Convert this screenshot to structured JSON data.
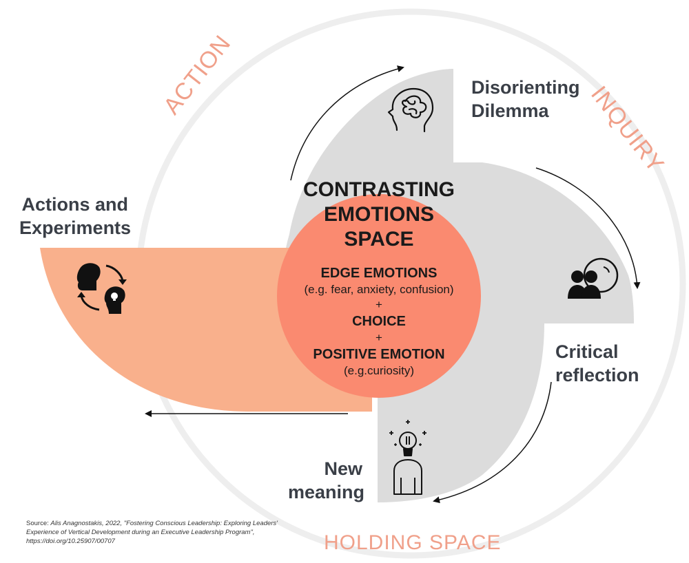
{
  "phases": {
    "action": "ACTION",
    "inquiry": "INQUIRY",
    "holding_space": "HOLDING SPACE"
  },
  "steps": {
    "disorienting_dilemma": [
      "Disorienting",
      "Dilemma"
    ],
    "critical_reflection": [
      "Critical",
      "reflection"
    ],
    "new_meaning": [
      "New",
      "meaning"
    ],
    "actions_experiments": [
      "Actions and",
      "Experiments"
    ]
  },
  "center": {
    "title": [
      "CONTRASTING",
      "EMOTIONS",
      "SPACE"
    ],
    "edge_emotions": "EDGE EMOTIONS",
    "edge_examples": "(e.g. fear, anxiety, confusion)",
    "plus1": "+",
    "choice": "CHOICE",
    "plus2": "+",
    "positive_emotion": "POSITIVE EMOTION",
    "positive_example": "(e.g.curiosity)"
  },
  "source": {
    "label": "Source",
    "text": ": Alis Anagnostakis, 2022, \"Fostering Conscious Leadership: Exploring Leaders' Experience of Vertical Development during an Executive Leadership Program\", https://doi.org/10.25907/00707",
    "line1": "Alis Anagnostakis, 2022, \"Fostering Conscious Leadership: Exploring Leaders'",
    "line2": "Experience of Vertical Development during an Executive Leadership Program\",",
    "line3": "https://doi.org/10.25907/00707"
  },
  "icons": {
    "head_brain": "head-with-tangled-thoughts-icon",
    "two_people": "two-people-discussion-icon",
    "lightbulb_person": "person-lightbulb-head-icon",
    "head_cycle": "heads-cycle-arrows-icon"
  },
  "colors": {
    "outer_ring": "#eeeeee",
    "grey_quadrant": "#dcdcdc",
    "orange_light": "#f9b08c",
    "orange_center": "#fa8a70",
    "phase_text": "#f0a08a",
    "step_text": "#3a3f47"
  }
}
